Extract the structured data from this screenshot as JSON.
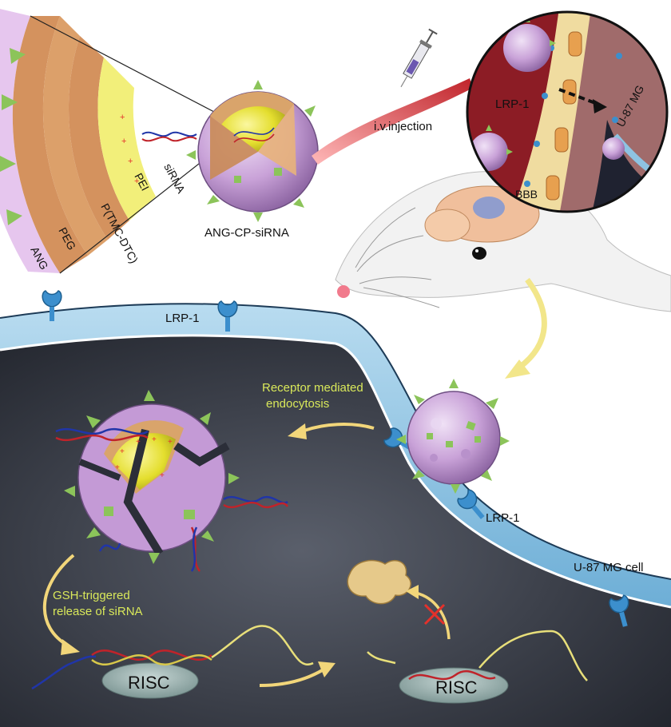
{
  "labels": {
    "layer_siRNA": "siRNA",
    "layer_PEI": "PEI",
    "layer_polymer": "P(TMC-DTC)",
    "layer_PEG": "PEG",
    "layer_ANG": "ANG",
    "nanoparticle": "ANG-CP-siRNA",
    "injection": "i.v.injection",
    "lrp1_vessel": "LRP-1",
    "tumor": "U-87 MG",
    "bbb": "BBB",
    "lrp1_membrane_top": "LRP-1",
    "endocytosis_line1": "Receptor mediated",
    "endocytosis_line2": "endocytosis",
    "lrp1_membrane_bottom": "LRP-1",
    "release_line1": "GSH-triggered",
    "release_line2": "release of siRNA",
    "risc_left": "RISC",
    "risc_right": "RISC",
    "cell": "U-87 MG cell"
  },
  "colors": {
    "ang_layer": "#e6c6ee",
    "peg_layer": "#d4925e",
    "pei_layer": "#f2ef7a",
    "nanoparticle_shell": "#c9a2d8",
    "ligand": "#8cc45a",
    "receptor": "#3c8fcd",
    "cytoplasm": "#30343f",
    "membrane": "#8ec3e2",
    "vessel": "#c0232a",
    "green_text": "#d9e85a"
  },
  "icons": [
    "syringe-icon",
    "mouse-icon",
    "brain-icon",
    "receptor-icon",
    "ligand-icon",
    "nanoparticle-icon",
    "sirna-helix-icon",
    "protein-icon",
    "blocked-cross-icon"
  ]
}
